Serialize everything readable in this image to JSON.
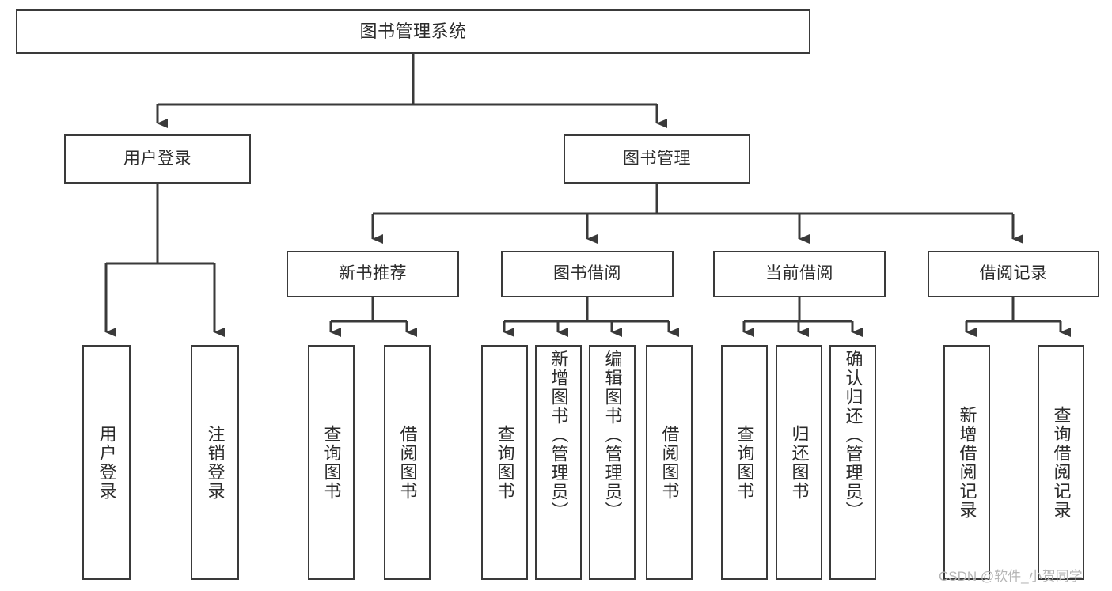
{
  "diagram": {
    "title": "图书管理系统",
    "type": "tree-hierarchy",
    "orientation": "top-down",
    "colors": {
      "box_border": "#3a3a3a",
      "box_fill": "#ffffff",
      "connector": "#3a3a3a",
      "text": "#2b2b2b",
      "watermark": "#b6b6b6",
      "background": "#ffffff"
    }
  },
  "nodes": {
    "root": {
      "label": "图书管理系统"
    },
    "level2": [
      {
        "id": "user-login",
        "label": "用户登录"
      },
      {
        "id": "book-manage",
        "label": "图书管理"
      }
    ],
    "level3": [
      {
        "id": "new-book-rec",
        "label": "新书推荐"
      },
      {
        "id": "book-borrow",
        "label": "图书借阅"
      },
      {
        "id": "current-borrow",
        "label": "当前借阅"
      },
      {
        "id": "borrow-record",
        "label": "借阅记录"
      }
    ],
    "leaves": [
      {
        "id": "leaf-user-login",
        "label": "用户登录",
        "parent": "user-login"
      },
      {
        "id": "leaf-logout",
        "label": "注销登录",
        "parent": "user-login"
      },
      {
        "id": "leaf-query-book-1",
        "label": "查询图书",
        "parent": "new-book-rec"
      },
      {
        "id": "leaf-borrow-book-1",
        "label": "借阅图书",
        "parent": "new-book-rec"
      },
      {
        "id": "leaf-query-book-2",
        "label": "查询图书",
        "parent": "book-borrow"
      },
      {
        "id": "leaf-add-book",
        "label": "新增图书（管理员）",
        "parent": "book-borrow"
      },
      {
        "id": "leaf-edit-book",
        "label": "编辑图书（管理员）",
        "parent": "book-borrow"
      },
      {
        "id": "leaf-borrow-book-2",
        "label": "借阅图书",
        "parent": "book-borrow"
      },
      {
        "id": "leaf-query-book-3",
        "label": "查询图书",
        "parent": "current-borrow"
      },
      {
        "id": "leaf-return-book",
        "label": "归还图书",
        "parent": "current-borrow"
      },
      {
        "id": "leaf-confirm-return",
        "label": "确认归还（管理员）",
        "parent": "current-borrow"
      },
      {
        "id": "leaf-add-record",
        "label": "新增借阅记录",
        "parent": "borrow-record"
      },
      {
        "id": "leaf-query-record",
        "label": "查询借阅记录",
        "parent": "borrow-record"
      }
    ]
  },
  "watermark": {
    "text": "CSDN @软件_小贺同学"
  }
}
